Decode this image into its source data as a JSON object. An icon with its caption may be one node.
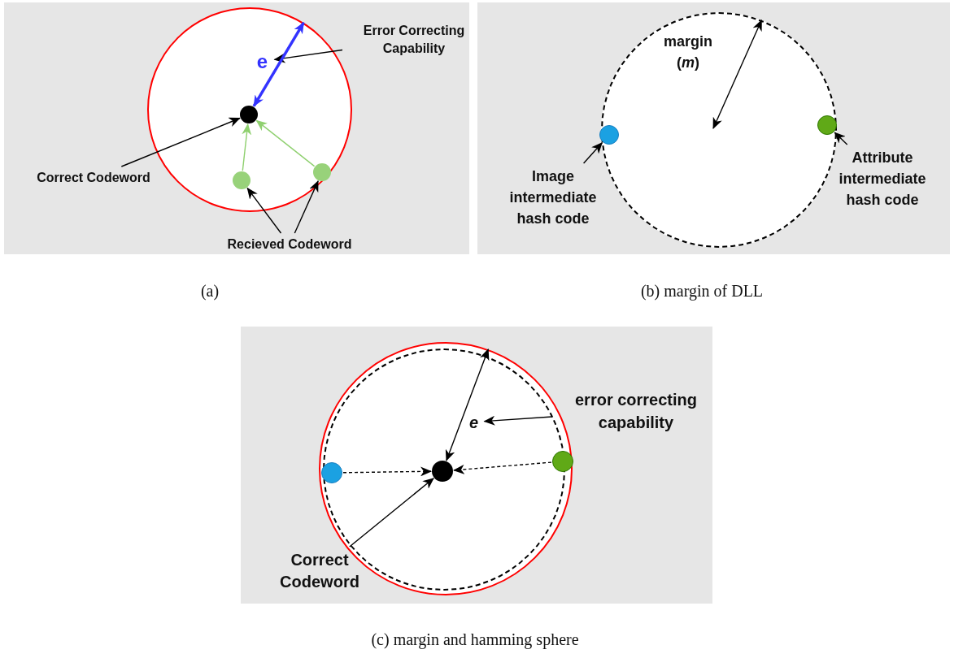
{
  "diagram": {
    "nodes": [
      {
        "text": [],
        "shape": "circle"
      },
      {
        "text": [],
        "shape": "circle",
        "in": 0
      },
      {
        "text": [],
        "shape": "circle",
        "in": 0
      },
      {
        "text": [],
        "shape": "circle",
        "in": 0
      },
      {
        "text": [
          "Error Correcting Capability"
        ]
      },
      {
        "text": [
          "Correct Codeword"
        ]
      },
      {
        "text": [
          "Recieved Codeword"
        ]
      },
      {
        "text": [],
        "shape": "circle"
      },
      {
        "text": [],
        "shape": "circle",
        "in": 7
      },
      {
        "text": [],
        "shape": "circle",
        "in": 7
      },
      {
        "text": [
          "Image intermediate hash code"
        ]
      },
      {
        "text": [
          "Attribute intermediate hash code"
        ]
      },
      {
        "text": [],
        "shape": "circle"
      },
      {
        "text": [],
        "shape": "circle",
        "in": 12
      },
      {
        "text": [],
        "shape": "circle",
        "in": 13
      },
      {
        "text": [],
        "shape": "circle",
        "in": 13
      },
      {
        "text": [],
        "shape": "circle",
        "in": 12
      },
      {
        "text": [
          "error correcting capability"
        ]
      },
      {
        "text": [
          "Correct Codeword"
        ]
      },
      {
        "text": [
          "e"
        ],
        "in": 0
      },
      {
        "text": [
          "e"
        ],
        "in": 13
      }
    ],
    "edges": [
      {
        "from": 4,
        "to": 19,
        "arrow": "to"
      },
      {
        "from": 5,
        "to": 1,
        "arrow": "to"
      },
      {
        "from": 6,
        "to": 2,
        "arrow": "to"
      },
      {
        "from": 6,
        "to": 3,
        "arrow": "to"
      },
      {
        "from": 2,
        "to": 1,
        "arrow": "to",
        "color": "#8fd06f"
      },
      {
        "from": 3,
        "to": 1,
        "arrow": "to",
        "color": "#8fd06f"
      },
      {
        "from": 10,
        "to": 8,
        "arrow": "to"
      },
      {
        "from": 11,
        "to": 9,
        "arrow": "to"
      },
      {
        "from": 17,
        "to": 20,
        "arrow": "to"
      },
      {
        "from": 18,
        "to": 15,
        "arrow": "to"
      },
      {
        "from": 14,
        "to": 15,
        "arrow": "to",
        "style": "dashed"
      },
      {
        "from": 16,
        "to": 15,
        "arrow": "to",
        "style": "dashed"
      },
      {
        "from": 1,
        "to": 0,
        "arrow": "both",
        "style": "thick",
        "color": "#3333ff"
      },
      {
        "from": null,
        "to": 7,
        "arrow": "both"
      },
      {
        "from": 15,
        "to": 12,
        "arrow": "both"
      }
    ],
    "labels": [
      "margin (*m*)",
      "(a)",
      "(b) margin of DLL",
      "(c) margin and hamming sphere"
    ]
  }
}
